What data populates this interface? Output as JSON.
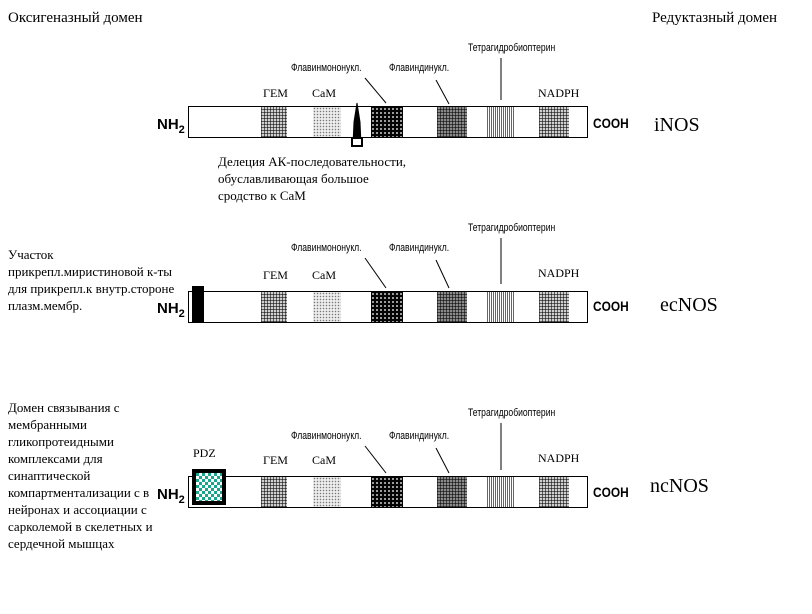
{
  "headers": {
    "oxygenase": "Оксигеназный домен",
    "reductase": "Редуктазный домен"
  },
  "segments": {
    "gem": "ГЕМ",
    "cam": "CaM",
    "fmn": "Флавинмононукл.",
    "fad": "Флавиндинукл.",
    "bh4": "Тетрагидробиоптерин",
    "nadph": "NADPH"
  },
  "termini": {
    "nh2_main": "NH",
    "nh2_sub": "2",
    "cooh": "COOH"
  },
  "proteins": {
    "inos": {
      "name": "iNOS",
      "note": "Делеция АК-последовательности, обуславливающая большое сродство к CaM"
    },
    "ecnos": {
      "name": "ecNOS",
      "note": "Участок прикрепл.миристиновой к-ты для прикрепл.к внутр.стороне плазм.мембр."
    },
    "ncnos": {
      "name": "ncNOS",
      "pdz": "PDZ",
      "note": "Домен связывания с мембранными гликопротеидными комплексами для синаптической компартментализации с в нейронах и ассоциации с сарколемой в скелетных и сердечной мышцах"
    }
  },
  "colors": {
    "pdz_fill": "#1aa58c",
    "bar_stroke": "#000000"
  }
}
